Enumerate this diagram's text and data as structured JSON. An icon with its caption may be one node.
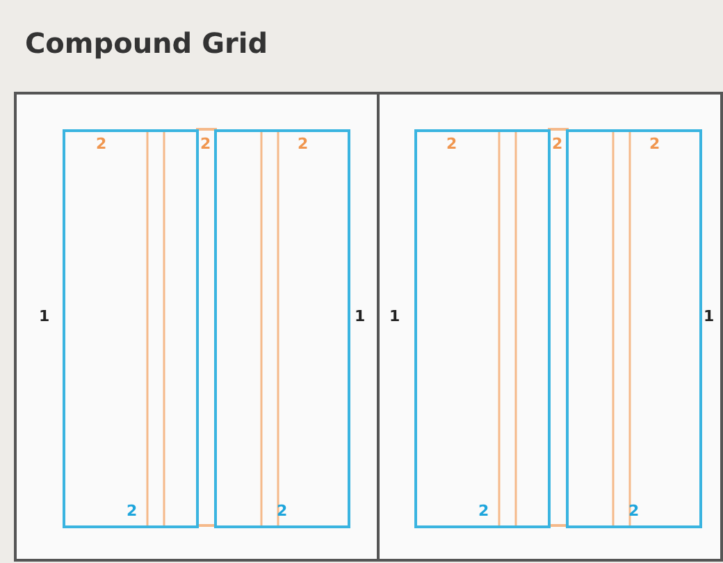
{
  "diagram": {
    "title": "Compound Grid",
    "nodes": [
      {
        "text": [],
        "shape": "box"
      },
      {
        "text": [
          "2"
        ],
        "in": 0
      },
      {
        "text": [
          "2"
        ],
        "in": 0
      },
      {
        "text": [],
        "shape": "box"
      },
      {
        "text": [
          "2"
        ],
        "in": 3
      },
      {
        "text": [
          "2"
        ],
        "in": 3
      }
    ],
    "labels": [
      "2",
      "2",
      "2",
      "2",
      "2",
      "2",
      "1",
      "1",
      "1",
      "1"
    ]
  }
}
